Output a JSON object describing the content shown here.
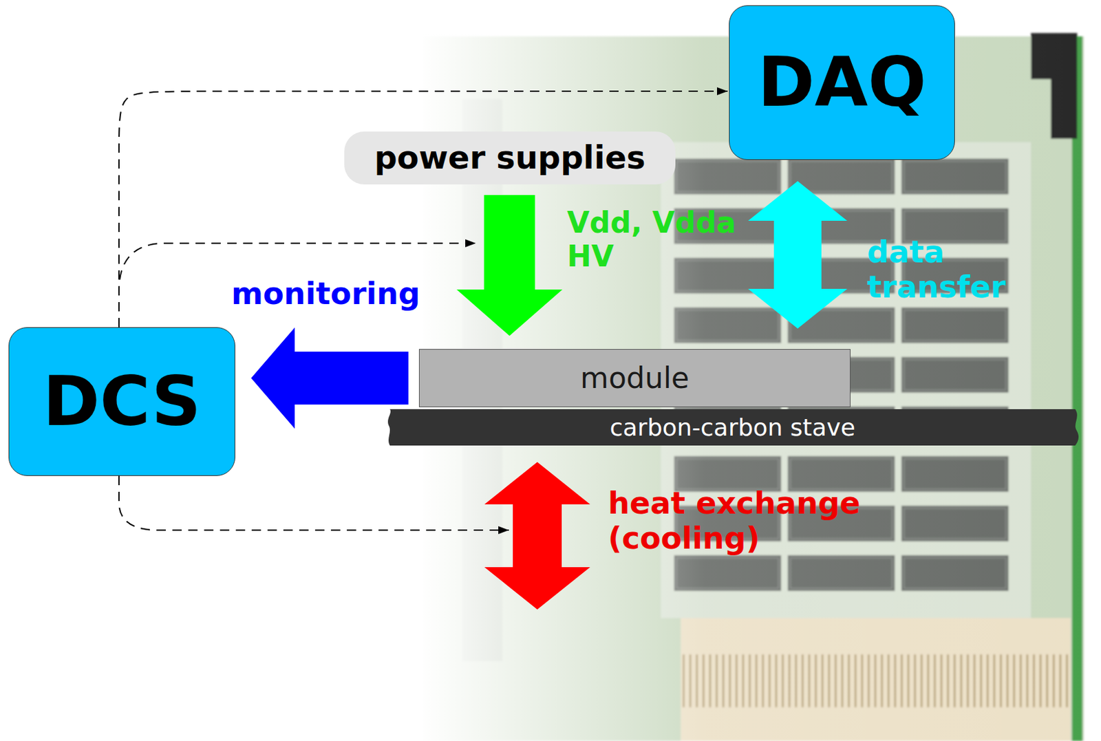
{
  "diagram": {
    "nodes": [
      {
        "text": [
          "DAQ"
        ]
      },
      {
        "text": [
          "power supplies"
        ]
      },
      {
        "text": [
          "module"
        ]
      },
      {
        "text": [
          "carbon-carbon stave"
        ]
      },
      {
        "text": [
          "DCS"
        ]
      }
    ],
    "edges": [
      {
        "from": 1,
        "to": 2,
        "arrow": "to",
        "label": "Vdd, Vdda HV"
      },
      {
        "from": 0,
        "to": 2,
        "arrow": "both",
        "label": "data transfer"
      },
      {
        "from": 2,
        "to": 4,
        "arrow": "to",
        "label": "monitoring"
      },
      {
        "from": 4,
        "to": 0,
        "arrow": "to"
      }
    ],
    "labels": [
      "heat exchange (cooling)"
    ]
  }
}
